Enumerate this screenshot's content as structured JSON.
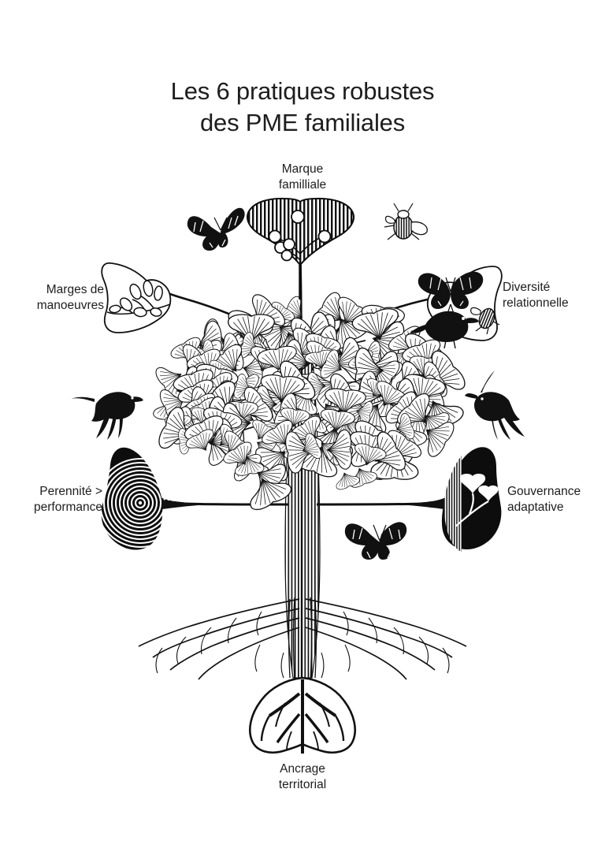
{
  "poster": {
    "background_color": "#ffffff",
    "ink_color": "#1b1b1b",
    "title": {
      "line1": "Les 6 pratiques robustes",
      "line2": "des PME familiales"
    },
    "labels": {
      "top": "Marque\nfamilliale",
      "left_upper": "Marges de\nmanoeuvres",
      "right_upper": "Diversité\nrelationnelle",
      "left_lower": "Perennité >\nperformance",
      "right_lower": "Gouvernance\nadaptative",
      "bottom": "Ancrage\nterritorial"
    },
    "practice_count": 6,
    "illustration": {
      "subject": "ginkgo-tree",
      "crown": "ginkgo-leaf-crown",
      "trunk": "striated-trunk",
      "roots": "root-system-ginkgo-leaf",
      "fans": [
        {
          "position": "top",
          "style": "striped-ginkgo-fan-with-berries",
          "label": "Marque familliale"
        },
        {
          "position": "left-upper",
          "style": "outline-ginkgo-leaf-with-buds",
          "label": "Marges de manoeuvres"
        },
        {
          "position": "right-upper",
          "style": "outline-ginkgo-leaf-with-butterfly-bird-bee",
          "label": "Diversité relationnelle"
        },
        {
          "position": "left-lower",
          "style": "tree-growth-rings-fan",
          "label": "Perennité > performance"
        },
        {
          "position": "right-lower",
          "style": "solid-black-fan-with-white-ginkgo",
          "label": "Gouvernance adaptative"
        },
        {
          "position": "bottom",
          "style": "inverted-ginkgo-root-leaf",
          "label": "Ancrage territorial"
        }
      ],
      "creatures": [
        {
          "name": "butterfly-upper-left",
          "type": "butterfly"
        },
        {
          "name": "beetle-upper-right",
          "type": "beetle"
        },
        {
          "name": "bird-left",
          "type": "flying-bird"
        },
        {
          "name": "bird-right",
          "type": "flying-bird"
        },
        {
          "name": "bird-perched",
          "type": "perched-bird"
        },
        {
          "name": "butterfly-right-fan",
          "type": "butterfly"
        },
        {
          "name": "bee-right-fan",
          "type": "bee"
        },
        {
          "name": "butterfly-lower-center",
          "type": "butterfly"
        }
      ]
    }
  }
}
